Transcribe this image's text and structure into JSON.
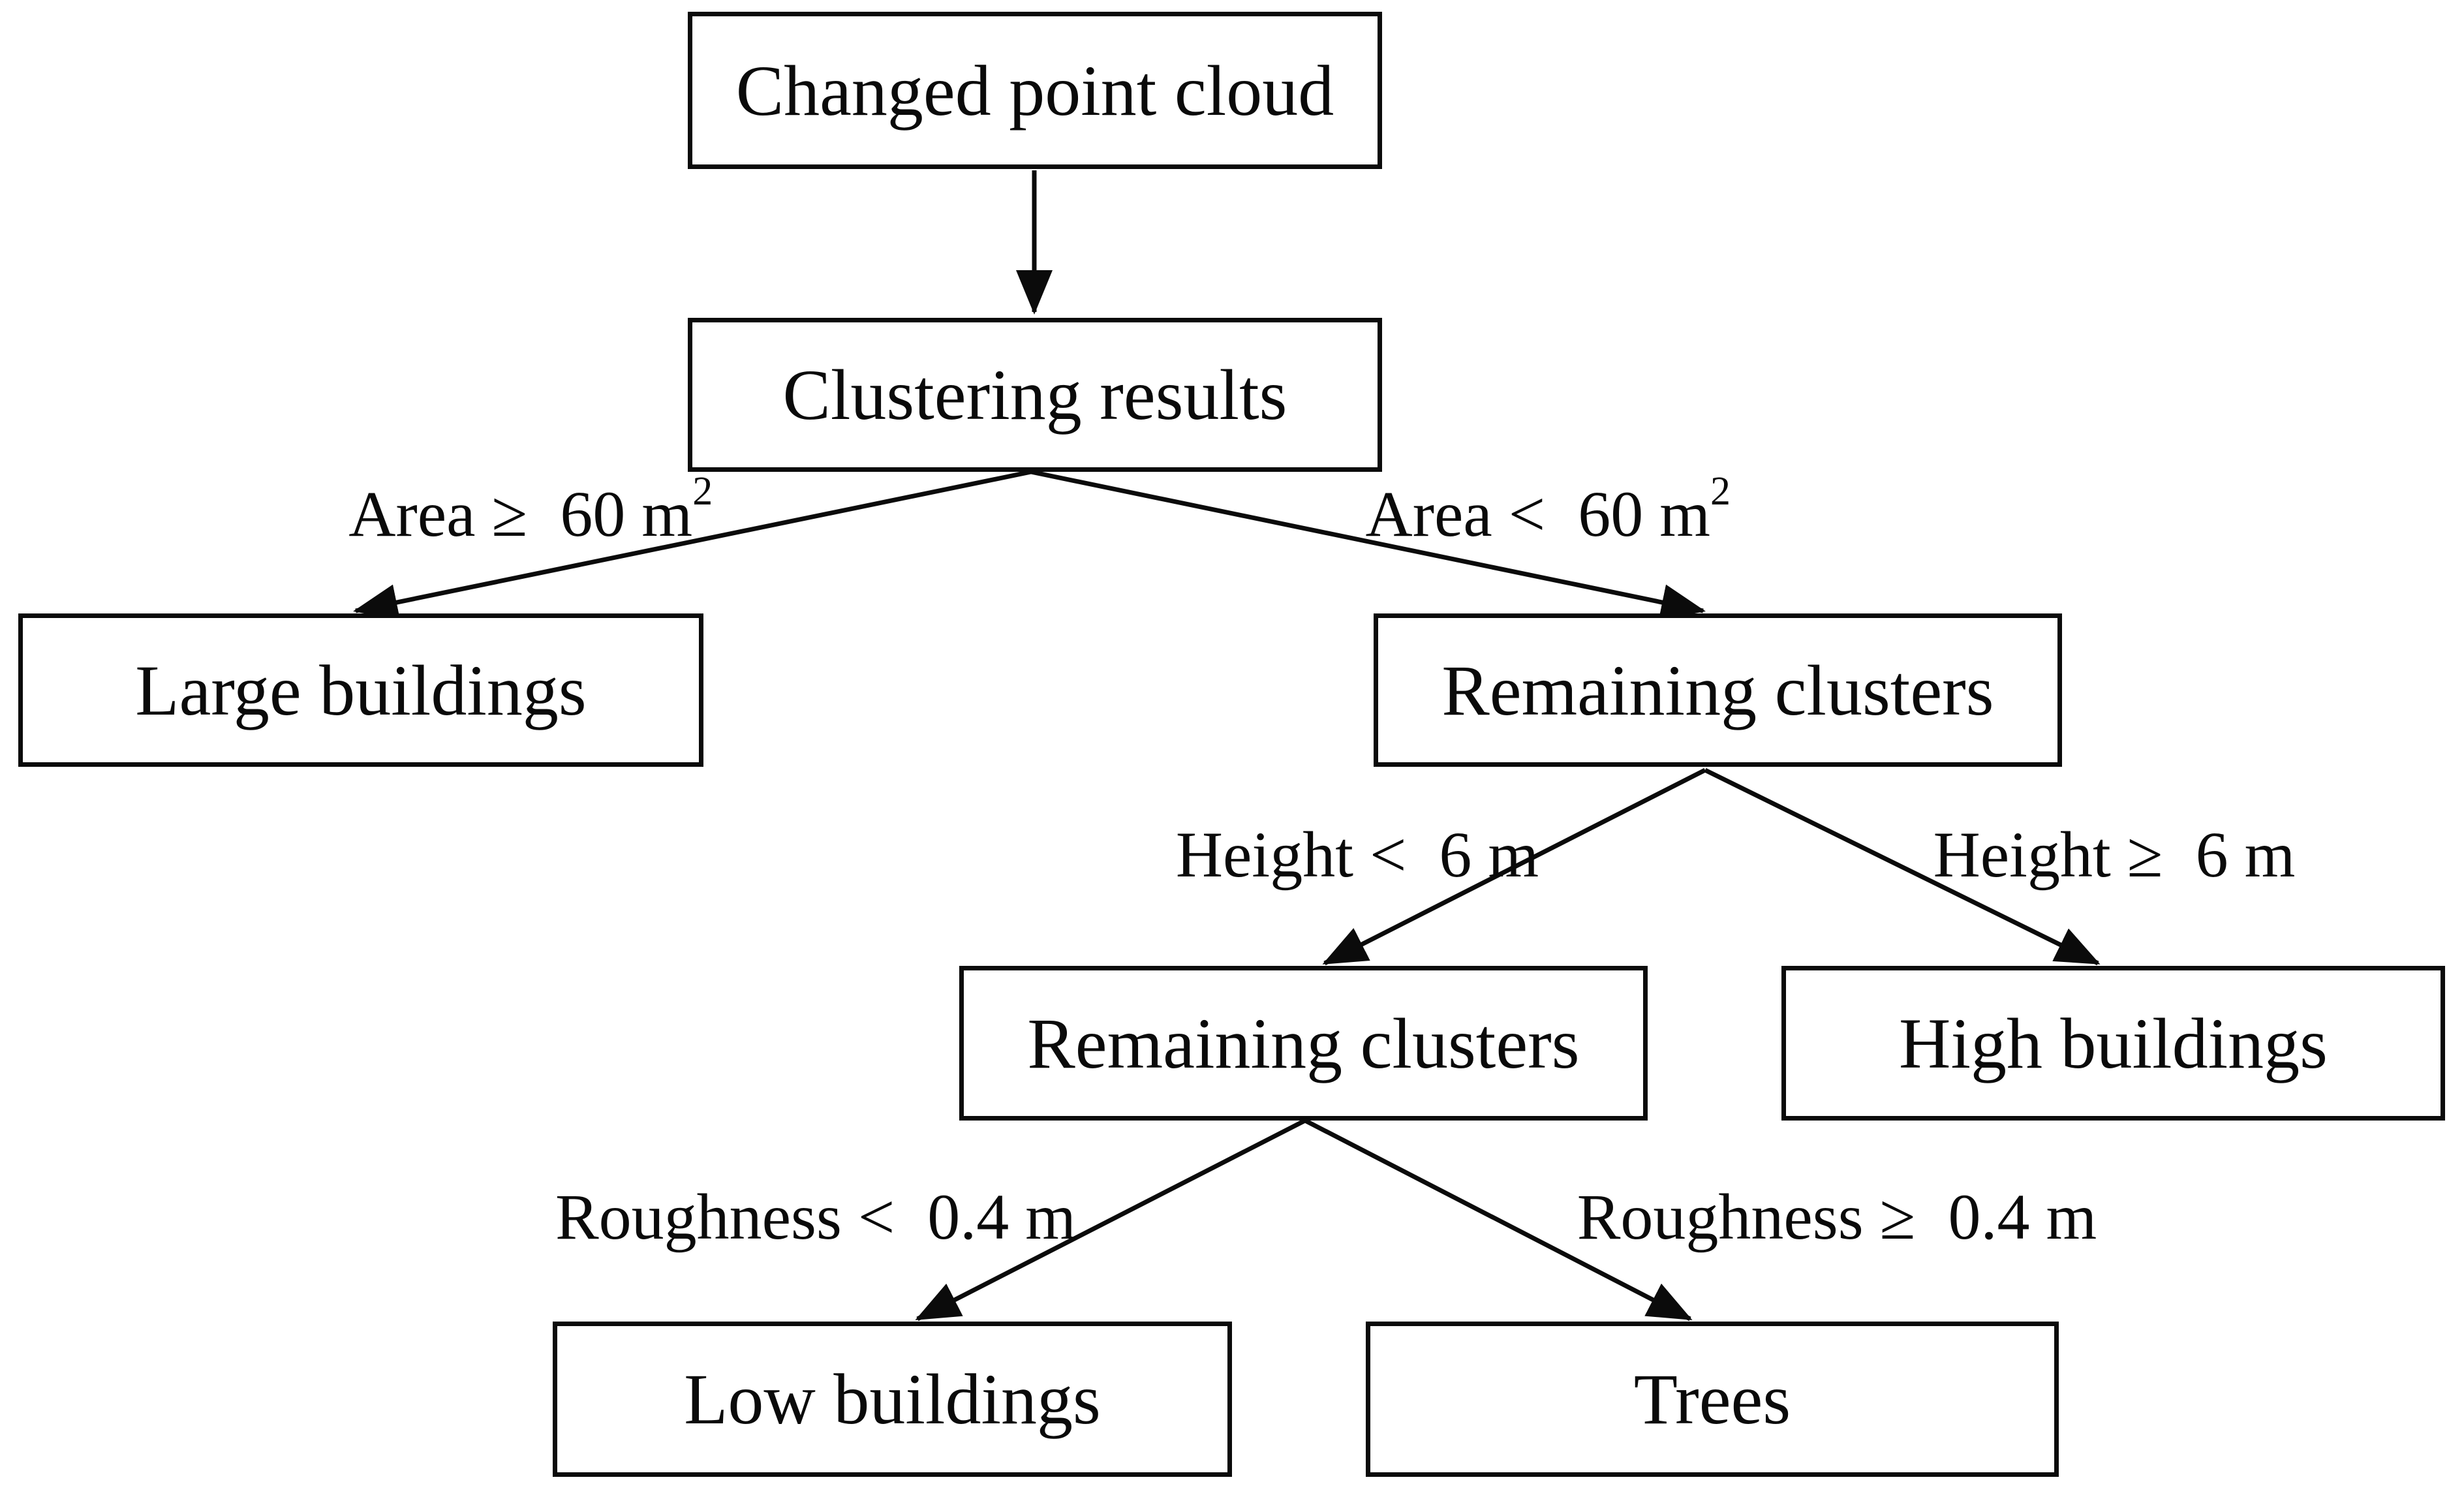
{
  "figure": {
    "type": "decision-tree-flowchart",
    "background_color": "#ffffff",
    "ink_color": "#0b0b0b"
  },
  "diagram": {
    "nodes": [
      {
        "id": "changed-point-cloud",
        "label": "Changed point cloud"
      },
      {
        "id": "clustering-results",
        "label": "Clustering results"
      },
      {
        "id": "large-buildings",
        "label": "Large buildings"
      },
      {
        "id": "remaining-clusters-1",
        "label": "Remaining clusters"
      },
      {
        "id": "remaining-clusters-2",
        "label": "Remaining clusters"
      },
      {
        "id": "high-buildings",
        "label": "High buildings"
      },
      {
        "id": "low-buildings",
        "label": "Low buildings"
      },
      {
        "id": "trees",
        "label": "Trees"
      }
    ],
    "edge_labels": [
      {
        "id": "area-ge",
        "text": "Area ≥  60 m",
        "sup": "2"
      },
      {
        "id": "area-lt",
        "text": "Area <  60 m",
        "sup": "2"
      },
      {
        "id": "height-lt",
        "text": "Height <  6 m",
        "sup": ""
      },
      {
        "id": "height-ge",
        "text": "Height ≥  6 m",
        "sup": ""
      },
      {
        "id": "roughness-lt",
        "text": "Roughness <  0.4 m",
        "sup": ""
      },
      {
        "id": "roughness-ge",
        "text": "Roughness ≥  0.4 m",
        "sup": ""
      }
    ],
    "edges": [
      {
        "from": "changed-point-cloud",
        "to": "clustering-results",
        "condition": ""
      },
      {
        "from": "clustering-results",
        "to": "large-buildings",
        "condition": "Area ≥ 60 m2"
      },
      {
        "from": "clustering-results",
        "to": "remaining-clusters-1",
        "condition": "Area < 60 m2"
      },
      {
        "from": "remaining-clusters-1",
        "to": "remaining-clusters-2",
        "condition": "Height < 6 m"
      },
      {
        "from": "remaining-clusters-1",
        "to": "high-buildings",
        "condition": "Height ≥ 6 m"
      },
      {
        "from": "remaining-clusters-2",
        "to": "low-buildings",
        "condition": "Roughness < 0.4 m"
      },
      {
        "from": "remaining-clusters-2",
        "to": "trees",
        "condition": "Roughness ≥ 0.4 m"
      }
    ]
  }
}
